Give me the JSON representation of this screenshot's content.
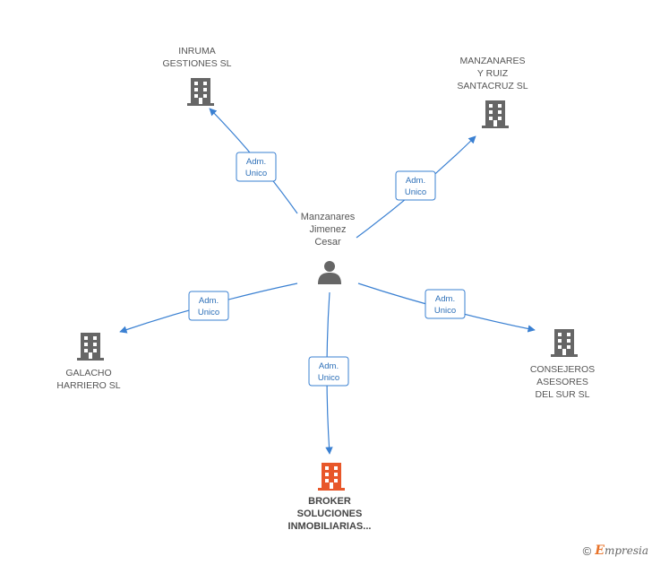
{
  "center": {
    "label_lines": [
      "Manzanares",
      "Jimenez",
      "Cesar"
    ],
    "icon": "person-icon"
  },
  "companies": [
    {
      "id": "inruma",
      "label_lines": [
        "INRUMA",
        "GESTIONES SL"
      ],
      "icon": "building-icon",
      "color": "#666666",
      "relation": "Adm. Unico"
    },
    {
      "id": "manzanares-ruiz",
      "label_lines": [
        "MANZANARES",
        "Y RUIZ",
        "SANTACRUZ SL"
      ],
      "icon": "building-icon",
      "color": "#666666",
      "relation": "Adm. Unico"
    },
    {
      "id": "galacho",
      "label_lines": [
        "GALACHO",
        "HARRIERO SL"
      ],
      "icon": "building-icon",
      "color": "#666666",
      "relation": "Adm. Unico"
    },
    {
      "id": "consejeros",
      "label_lines": [
        "CONSEJEROS",
        "ASESORES",
        "DEL SUR SL"
      ],
      "icon": "building-icon",
      "color": "#666666",
      "relation": "Adm. Unico"
    },
    {
      "id": "broker",
      "label_lines": [
        "BROKER",
        "SOLUCIONES",
        "INMOBILIARIAS..."
      ],
      "icon": "building-icon",
      "color": "#e8572a",
      "relation": "Adm. Unico",
      "focus": true
    }
  ],
  "colors": {
    "edge": "#3a80d2",
    "edge_label_border": "#3a80d2",
    "edge_label_text": "#2c6fb8"
  },
  "footer": {
    "copyright_symbol": "©",
    "brand_first": "E",
    "brand_rest": "mpresia"
  }
}
